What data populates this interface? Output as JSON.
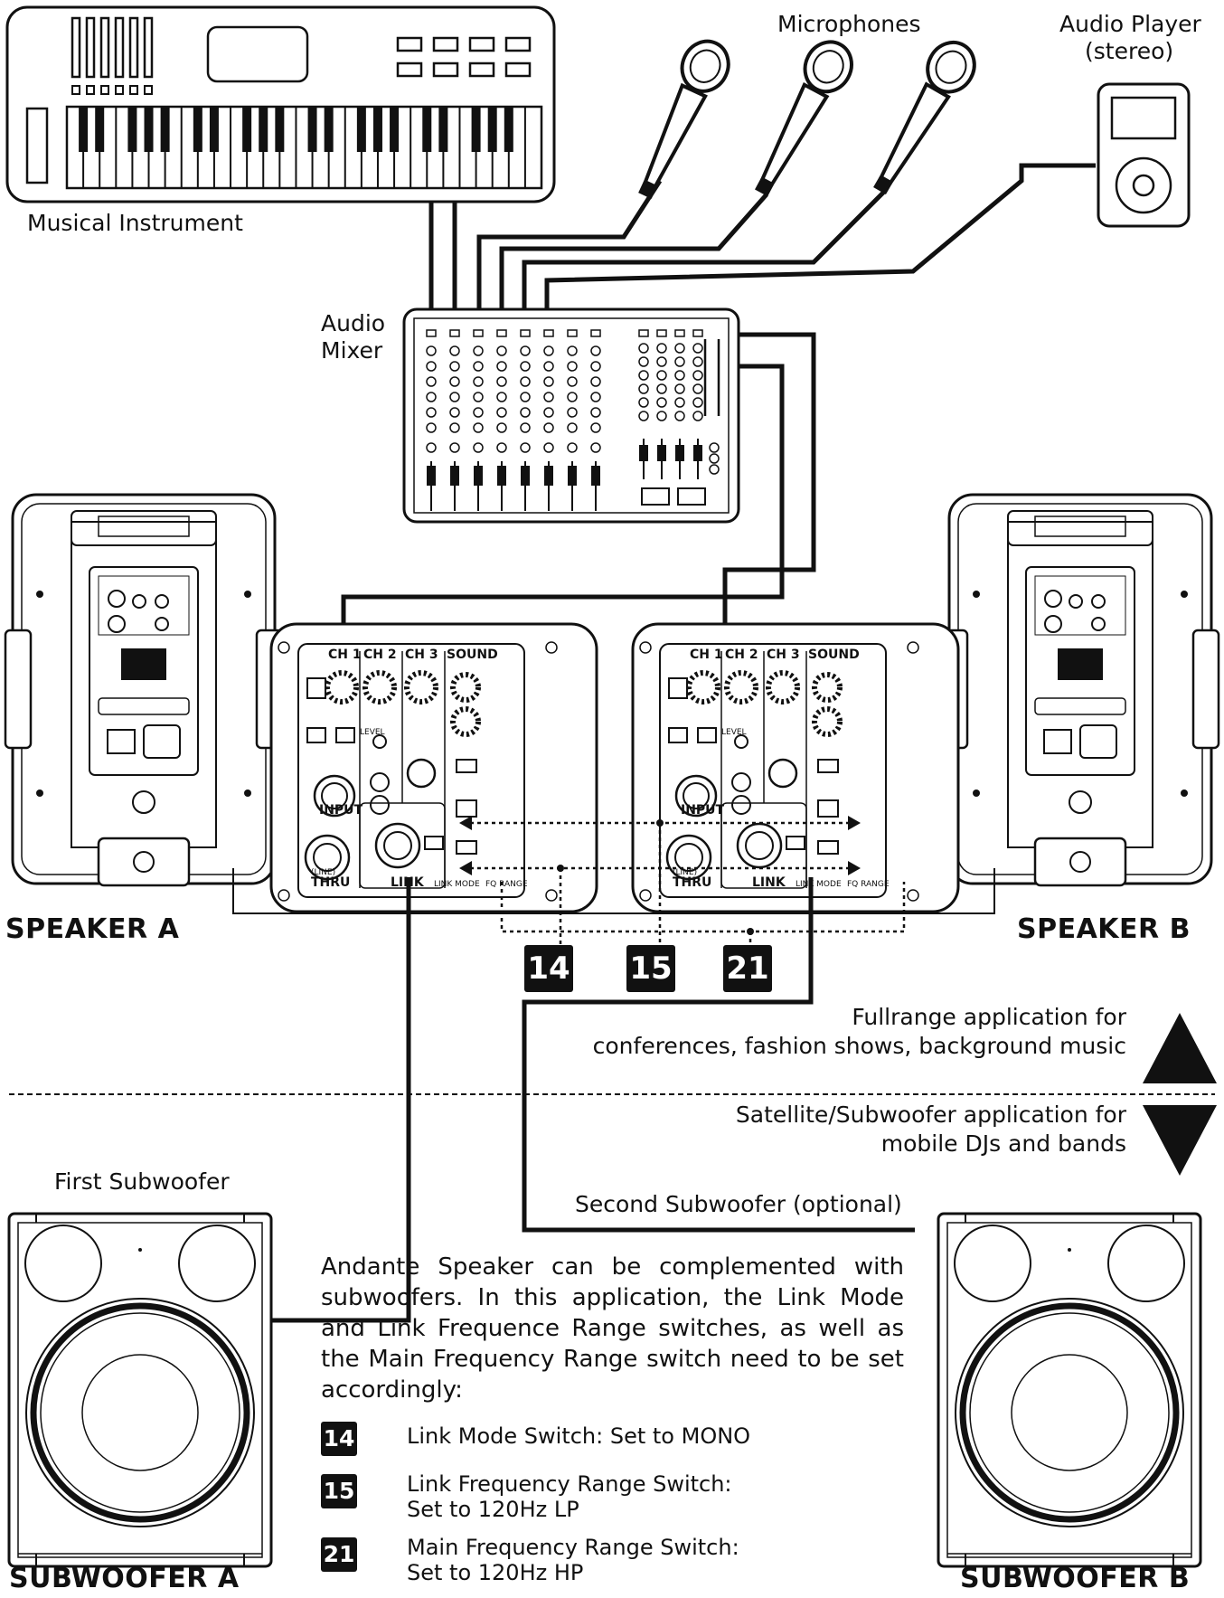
{
  "labels": {
    "microphones": "Microphones",
    "audio_player": "Audio Player",
    "audio_player_sub": "(stereo)",
    "musical_instrument": "Musical Instrument",
    "audio": "Audio",
    "mixer": "Mixer",
    "first_subwoofer": "First Subwoofer",
    "second_subwoofer": "Second Subwoofer (optional)"
  },
  "titles": {
    "speaker_a": "SPEAKER A",
    "speaker_b": "SPEAKER B",
    "subwoofer_a": "SUBWOOFER A",
    "subwoofer_b": "SUBWOOFER B"
  },
  "panel_labels": {
    "ch1": "CH 1",
    "ch2": "CH 2",
    "ch3": "CH 3",
    "sound": "SOUND",
    "input": "INPUT",
    "thru": "THRU",
    "line": "(LINE)",
    "link": "LINK",
    "link_mode": "LINK MODE",
    "fq_range": "FQ RANGE",
    "level": "LEVEL"
  },
  "callouts": [
    "14",
    "15",
    "21"
  ],
  "applications": {
    "fullrange_line1": "Fullrange application for",
    "fullrange_line2": "conferences, fashion shows, background music",
    "satellite_line1": "Satellite/Subwoofer application for",
    "satellite_line2": "mobile DJs and bands"
  },
  "description": "Andante Speaker can be complemented with subwoofers. In this application, the Link Mode and Link Frequence Range switches, as well as the Main Frequency Range switch need to be set accordingly:",
  "notes": [
    {
      "badge": "14",
      "line1": "Link Mode Switch: Set to MONO",
      "line2": ""
    },
    {
      "badge": "15",
      "line1": "Link Frequency Range Switch:",
      "line2": "Set to 120Hz LP"
    },
    {
      "badge": "21",
      "line1": "Main Frequency Range Switch:",
      "line2": "Set to 120Hz HP"
    }
  ],
  "colors": {
    "ink": "#111111",
    "background": "#ffffff"
  }
}
